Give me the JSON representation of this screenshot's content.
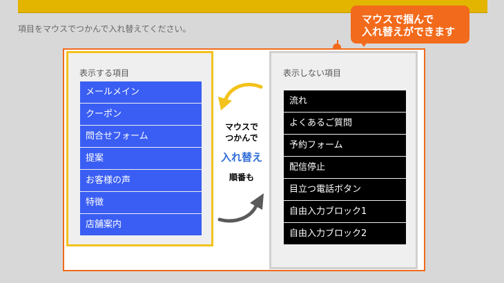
{
  "header": {
    "instruction": "項目をマウスでつかんで入れ替えてください。"
  },
  "callout": {
    "line1": "マウスで掴んで",
    "line2": "入れ替えができます",
    "color": "#f26a1b"
  },
  "left_panel": {
    "title": "表示する項目",
    "border_color": "#f3c21b",
    "item_color": "#3a5ef3",
    "items": [
      {
        "label": "メールメイン"
      },
      {
        "label": "クーポン"
      },
      {
        "label": "問合せフォーム"
      },
      {
        "label": "提案"
      },
      {
        "label": "お客様の声"
      },
      {
        "label": "特徴"
      },
      {
        "label": "店舗案内"
      }
    ]
  },
  "right_panel": {
    "title": "表示しない項目",
    "item_color": "#000000",
    "items": [
      {
        "label": "流れ"
      },
      {
        "label": "よくあるご質問"
      },
      {
        "label": "予約フォーム"
      },
      {
        "label": "配信停止"
      },
      {
        "label": "目立つ電話ボタン"
      },
      {
        "label": "自由入力ブロック1"
      },
      {
        "label": "自由入力ブロック2"
      }
    ]
  },
  "center": {
    "line1": "マウスで",
    "line2": "つかんで",
    "swap": "入れ替え",
    "order": "順番も",
    "top_arrow_icon": "curved-arrow-left-icon",
    "bottom_arrow_icon": "curved-arrow-right-icon"
  }
}
